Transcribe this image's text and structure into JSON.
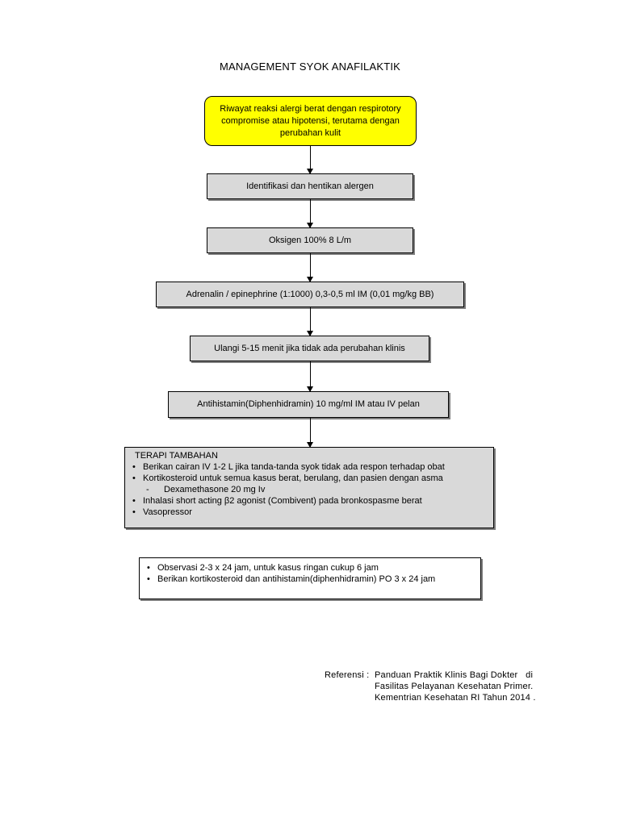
{
  "title": "MANAGEMENT SYOK ANAFILAKTIK",
  "flow": {
    "start": "Riwayat reaksi alergi berat dengan respirotory compromise atau hipotensi, terutama dengan perubahan kulit",
    "step1": "Identifikasi dan hentikan alergen",
    "step2": "Oksigen 100% 8 L/m",
    "step3": "Adrenalin / epinephrine (1:1000) 0,3-0,5 ml IM (0,01 mg/kg BB)",
    "step4": "Ulangi 5-15 menit jika tidak ada perubahan klinis",
    "step5": "Antihistamin(Diphenhidramin) 10 mg/ml IM atau IV pelan"
  },
  "terapi": {
    "heading": "TERAPI TAMBAHAN",
    "bullet": "•",
    "dash": "-",
    "items": [
      "Berikan cairan IV 1-2 L jika tanda-tanda syok tidak ada respon terhadap obat",
      "Kortikosteroid untuk semua kasus berat, berulang, dan pasien dengan asma",
      "Dexamethasone 20 mg Iv",
      "Inhalasi short acting β2 agonist (Combivent) pada bronkospasme berat",
      "Vasopressor"
    ]
  },
  "observasi": {
    "items": [
      "Observasi 2-3 x 24 jam, untuk kasus ringan cukup 6 jam",
      "Berikan kortikosteroid dan antihistamin(diphenhidramin) PO 3 x 24 jam"
    ]
  },
  "referensi": {
    "label": "Referensi :",
    "line1": "Panduan Praktik Klinis Bagi Dokter   di",
    "line2": "Fasilitas Pelayanan Kesehatan Primer.",
    "line3": "Kementrian Kesehatan RI Tahun 2014 ."
  },
  "colors": {
    "start_fill": "#ffff00",
    "box_fill": "#d9d9d9",
    "shadow": "#7f7f7f"
  }
}
